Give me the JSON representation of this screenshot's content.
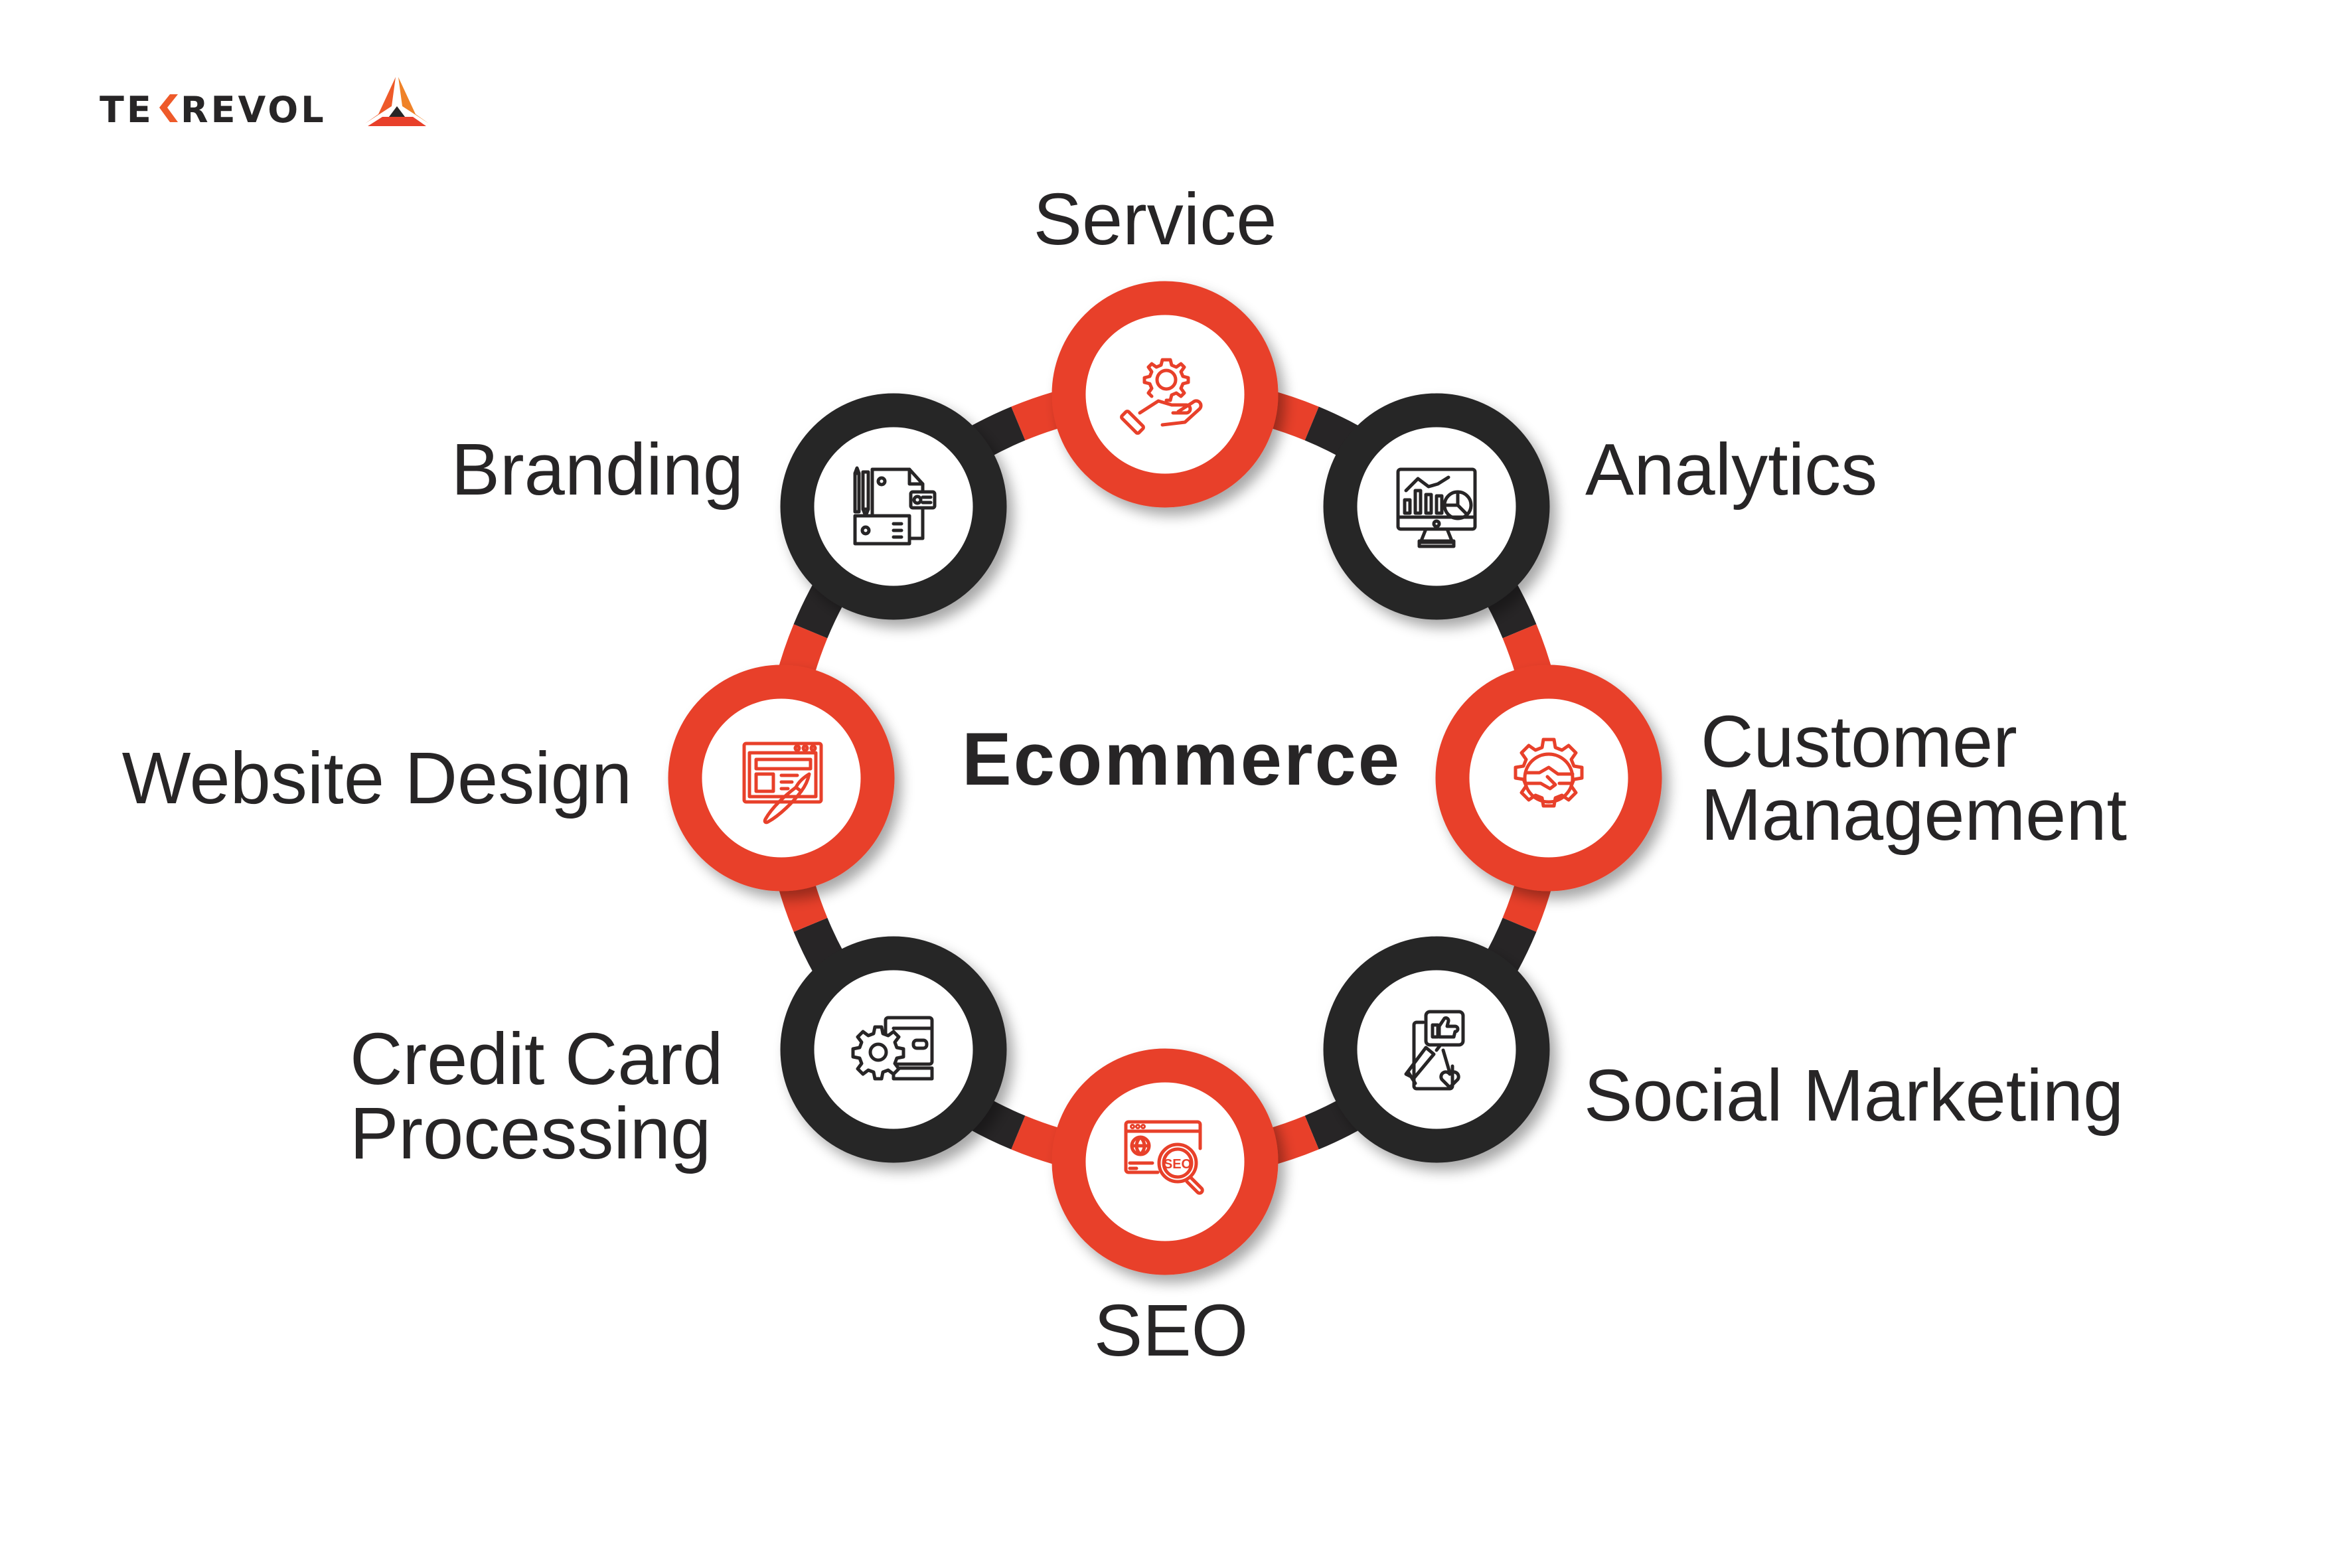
{
  "brand": {
    "logo_text_left": "TE",
    "logo_text_right": "REVOL",
    "logo_chevron": "<",
    "colors": {
      "dark": "#272526",
      "orange": "#EE5A2A",
      "amber": "#EF8228",
      "red": "#E8402A"
    }
  },
  "diagram": {
    "center_label": "Ecommerce",
    "colors": {
      "red": "#E8402A",
      "dark": "#272526"
    },
    "nodes": [
      {
        "label": "Service",
        "icon": "hand-gear-icon",
        "color": "red"
      },
      {
        "label": "Analytics",
        "icon": "monitor-analytics-icon",
        "color": "dark"
      },
      {
        "label_lines": [
          "Customer",
          "Management"
        ],
        "icon": "handshake-gear-icon",
        "color": "red"
      },
      {
        "label": "Social Marketing",
        "icon": "social-megaphone-icon",
        "color": "dark"
      },
      {
        "label": "SEO",
        "icon": "seo-search-icon",
        "color": "red"
      },
      {
        "label_lines": [
          "Credit Card",
          "Processing"
        ],
        "icon": "card-gear-icon",
        "color": "dark"
      },
      {
        "label": "Website Design",
        "icon": "web-design-brush-icon",
        "color": "red"
      },
      {
        "label": "Branding",
        "icon": "branding-stationery-icon",
        "color": "dark"
      }
    ]
  }
}
